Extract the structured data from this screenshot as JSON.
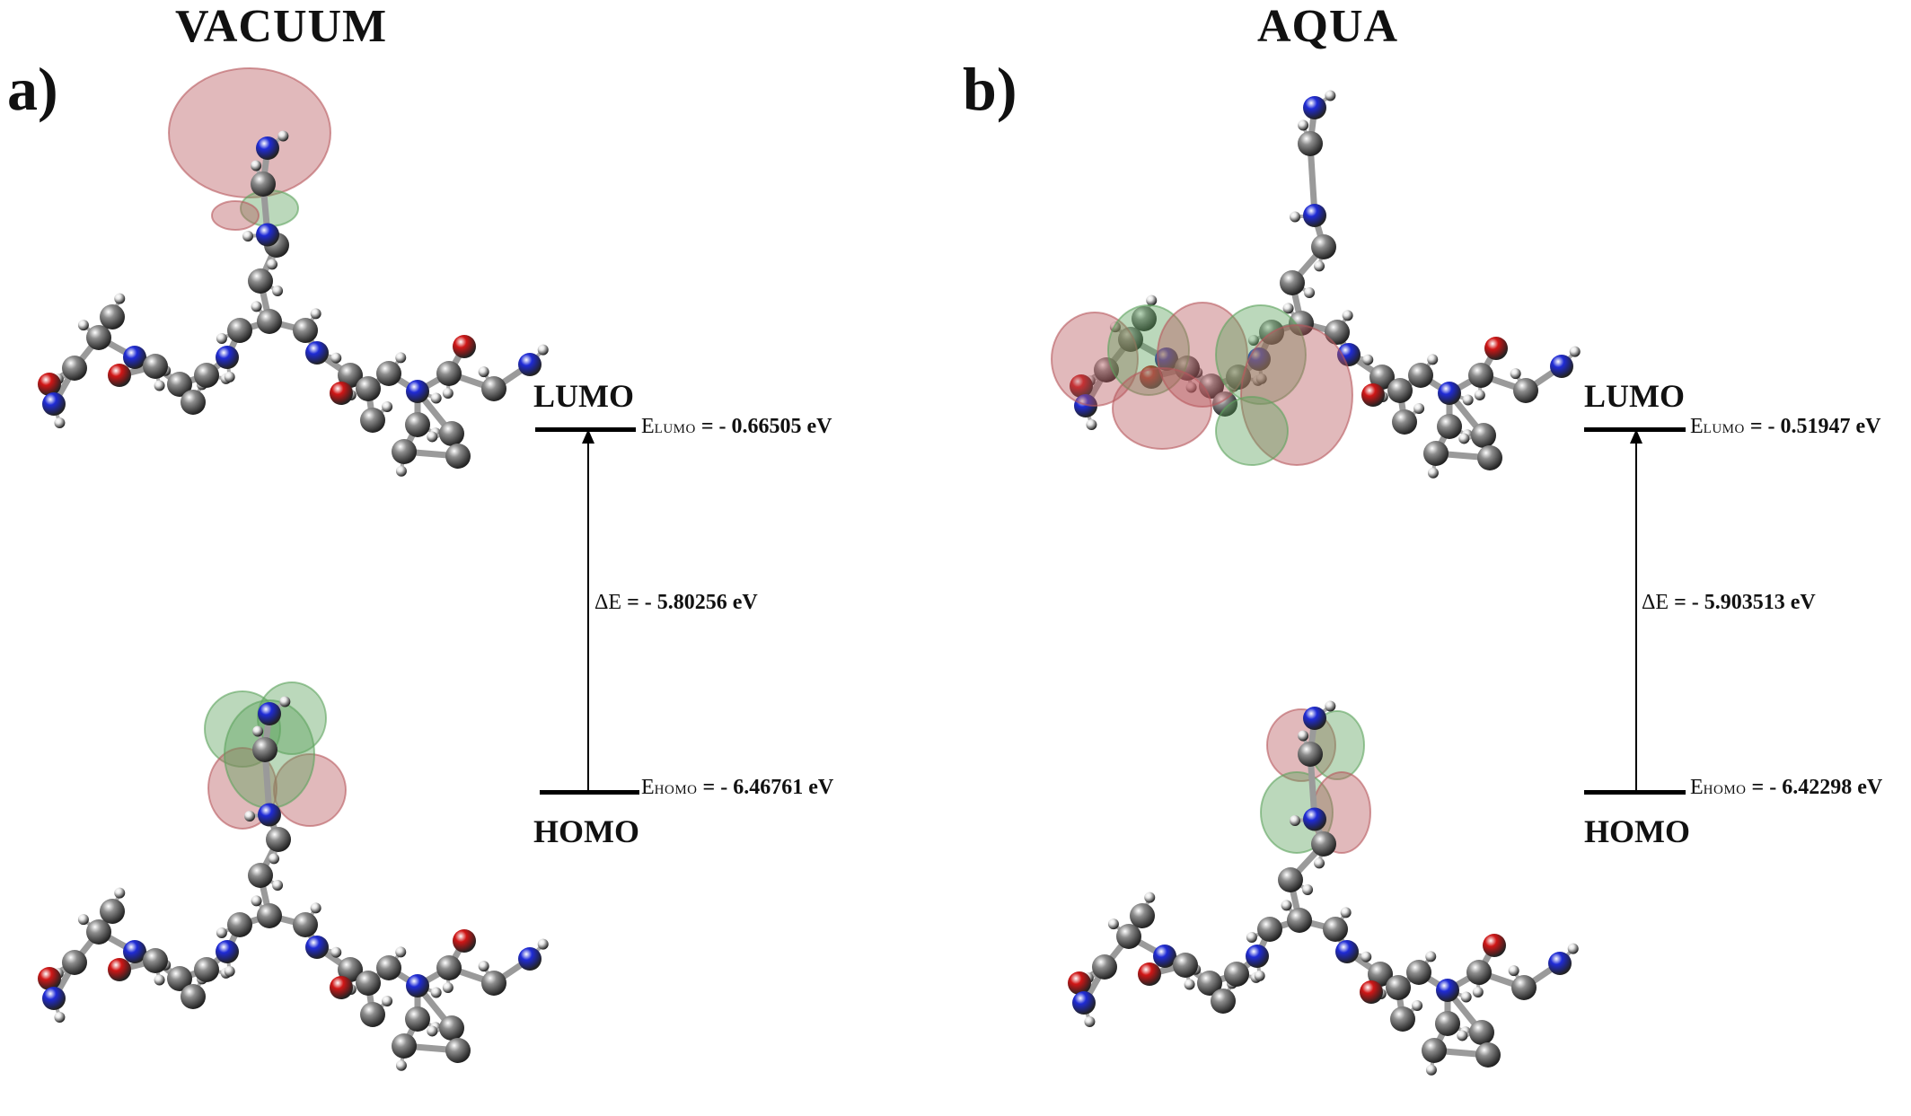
{
  "panels": [
    {
      "letter": "a)",
      "condition": "VACUUM",
      "lumo": {
        "label": "LUMO",
        "symbol": "E",
        "subscript": "LUMO",
        "value": "- 0.66505 eV"
      },
      "homo": {
        "label": "HOMO",
        "symbol": "E",
        "subscript": "HOMO",
        "value": "- 6.46761 eV"
      },
      "gap": {
        "symbol": "ΔE",
        "value": "- 5.80256 eV"
      }
    },
    {
      "letter": "b)",
      "condition": "AQUA",
      "lumo": {
        "label": "LUMO",
        "symbol": "E",
        "subscript": "LUMO",
        "value": "- 0.51947 eV"
      },
      "homo": {
        "label": "HOMO",
        "symbol": "E",
        "subscript": "HOMO",
        "value": "- 6.42298 eV"
      },
      "gap": {
        "symbol": "ΔE",
        "value": "- 5.903513 eV"
      }
    }
  ],
  "colors": {
    "carbon": "#8c8c8c",
    "nitrogen": "#1f2bd6",
    "oxygen": "#d01616",
    "hydrogen": "#e6e6e6",
    "orbital_positive": "#b8595e",
    "orbital_negative": "#5ea35e"
  }
}
